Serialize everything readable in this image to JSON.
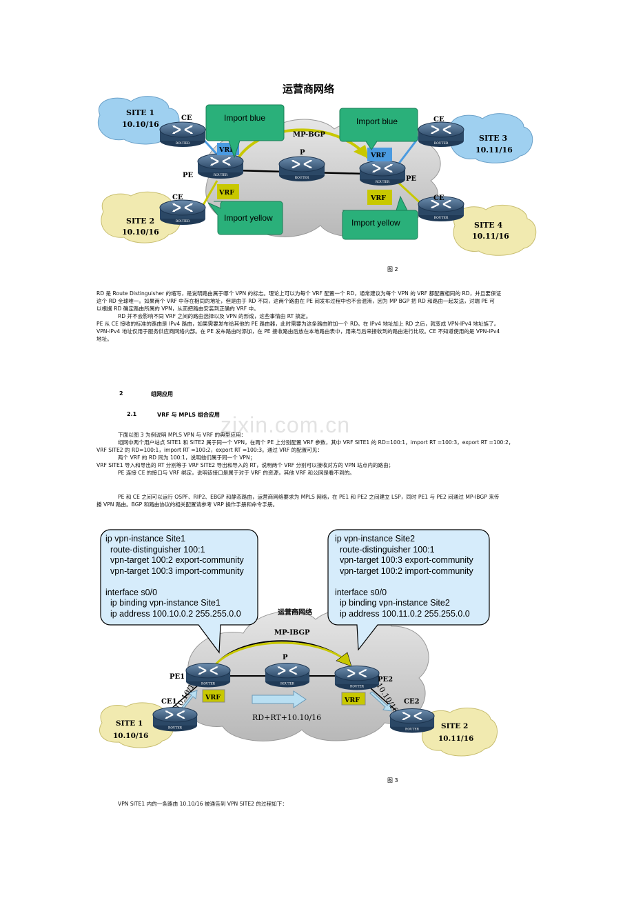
{
  "fig2": {
    "title": "运营商网络",
    "sites": [
      {
        "name": "SITE 1",
        "addr": "10.10/16"
      },
      {
        "name": "SITE 2",
        "addr": "10.10/16"
      },
      {
        "name": "SITE 3",
        "addr": "10.11/16"
      },
      {
        "name": "SITE 4",
        "addr": "10.11/16"
      }
    ],
    "ce_label": "CE",
    "pe_label": "PE",
    "p_label": "P",
    "vrf_label": "VRF",
    "mpbgp_label": "MP-BGP",
    "router_label": "ROUTER",
    "bubbles": {
      "import_blue": "Import blue",
      "import_yellow": "Import yellow"
    },
    "colors": {
      "blue": "#4a9ae0",
      "yellow": "#c8c800",
      "green": "#2ab07a",
      "cloud_blue": "#9fd0f0",
      "cloud_yellow": "#f1eab0"
    },
    "caption": "图 2"
  },
  "text_block1": [
    "RD 是 Route Distinguisher 的缩写，是说明路由属于哪个 VPN 的标志。理论上可以为每个 VRF 配置一个 RD，通常建议为每个 VPN 的 VRF 都配置相同的 RD，并且要保证",
    "这个 RD 全球唯一。如果两个 VRF 中存在相同的地址，但是由于 RD 不同，这两个路由在 PE 间发布过程中也不会混淆，因为 MP BGP 把 RD 和路由一起发送，对端 PE 可",
    "以根据 RD 确定路由所属的 VPN，从而把路由安装到正确的 VRF 中。",
    "RD 并不会影响不同 VRF 之间的路由选择以及 VPN 的形成，这些事情由 RT 搞定。",
    "PE 从 CE 接收的标准的路由是 IPv4 路由，如果需要发布给其他的 PE 路由器，此时需要为这条路由附加一个 RD。在 IPv4 地址加上 RD 之后，就变成 VPN-IPv4 地址族了。",
    "VPN-IPv4 地址仅用于服务供应商网络内部。在 PE 发布路由时添加，在 PE 接收路由后放在本地路由表中，用来与后来接收到的路由进行比较。CE 不知道使用的是 VPN-IPv4",
    "地址。"
  ],
  "section": {
    "num": "2",
    "title": "组网应用"
  },
  "subsection": {
    "num": "2.1",
    "title": "VRF 与 MPLS 组合应用"
  },
  "text_block2": [
    "下面以图 3 为例说明 MPLS VPN 与 VRF 的典型应用：",
    "组网中两个用户站点 SITE1 和 SITE2 属于同一个 VPN，在两个 PE 上分别配置 VRF 参数，其中 VRF SITE1 的 RD=100:1，import RT =100:3，export RT =100:2，",
    "VRF SITE2 的 RD=100:1，import RT =100:2，export RT =100:3。通过 VRF 的配置可见：",
    "两个 VRF 的 RD 同为 100:1，说明他们属于同一个 VPN；",
    "VRF SITE1 导入和导出的 RT 分别等于 VRF SITE2 导出和导入的 RT，说明两个 VRF 分别可以接收对方的 VPN 站点内的路由；",
    "PE 连接 CE 的接口与 VRF 绑定，说明该接口是属于对于 VRF 的资源，其他 VRF 和公网是看不到的。"
  ],
  "text_block3": [
    "PE 和 CE 之间可以运行 OSPF、RIP2、EBGP 和静态路由，运营商网络要求为 MPLS 网络，在 PE1 和 PE2 之间建立 LSP，同时 PE1 与 PE2 间通过 MP-IBGP 来传",
    "播 VPN 路由。BGP 和路由协议的相关配置请参考 VRP 操作手册和命令手册。"
  ],
  "fig3": {
    "config_left": [
      "ip vpn-instance Site1",
      "  route-distinguisher 100:1",
      "  vpn-target 100:2 export-community",
      "  vpn-target 100:3 import-community",
      "",
      "interface s0/0",
      "  ip binding vpn-instance Site1",
      "  ip address 100.10.0.2 255.255.0.0"
    ],
    "config_right": [
      "ip vpn-instance Site2",
      "  route-distinguisher 100:1",
      "  vpn-target 100:3 export-community",
      "  vpn-target 100:2 import-community",
      "",
      "interface s0/0",
      "  ip binding vpn-instance Site2",
      "  ip address 100.11.0.2 255.255.0.0"
    ],
    "cloud_title": "运营商网络",
    "mpibgp_label": "MP-IBGP",
    "p_label": "P",
    "pe1_label": "PE1",
    "pe2_label": "PE2",
    "ce1_label": "CE1",
    "ce2_label": "CE2",
    "vrf_label": "VRF",
    "router_label": "ROUTER",
    "route_left": "10.10/16",
    "route_right": "10.10/16",
    "rd_rt_label": "RD+RT+10.10/16",
    "site1": {
      "name": "SITE 1",
      "addr": "10.10/16"
    },
    "site2": {
      "name": "SITE 2",
      "addr": "10.11/16"
    },
    "caption": "图 3"
  },
  "text_block4": "VPN SITE1 内的一条路由 10.10/16 被通告到 VPN SITE2 的过程如下：",
  "watermark": "zixin.com.cn"
}
